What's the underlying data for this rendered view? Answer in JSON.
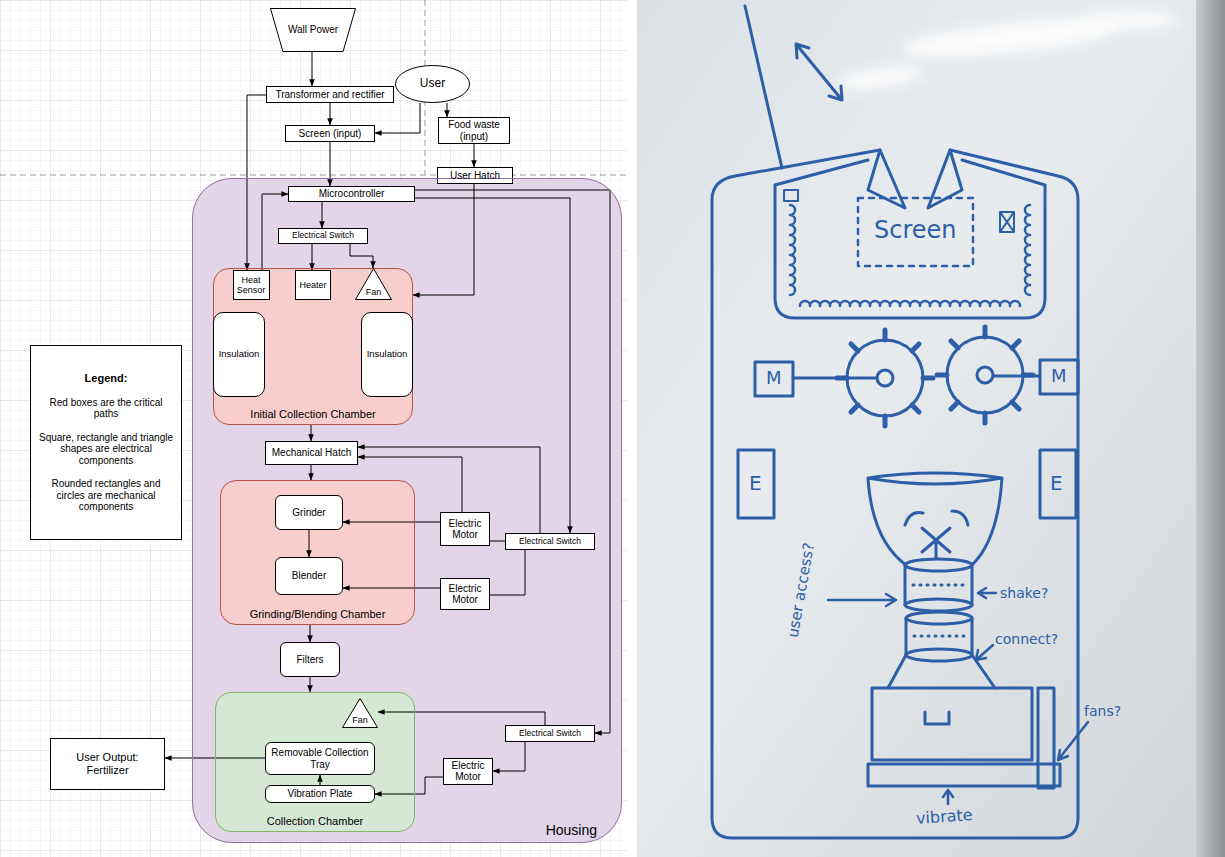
{
  "diagram": {
    "nodes": [
      {
        "text": [
          "Wall Power"
        ]
      },
      {
        "text": [
          "User"
        ]
      },
      {
        "text": [
          "Transformer and rectifier"
        ]
      },
      {
        "text": [
          "Screen (input)"
        ]
      },
      {
        "text": [
          "Food waste (input)"
        ]
      },
      {
        "text": [
          "User Hatch"
        ]
      },
      {
        "text": [
          "Housing"
        ]
      },
      {
        "text": [
          "Microcontroller"
        ],
        "in": 6
      },
      {
        "text": [
          "Electrical Switch"
        ],
        "in": 6
      },
      {
        "text": [
          "Initial Collection Chamber"
        ],
        "in": 6
      },
      {
        "text": [
          "Heat Sensor"
        ],
        "in": 9
      },
      {
        "text": [
          "Heater"
        ],
        "in": 9
      },
      {
        "text": [
          "Fan"
        ],
        "in": 9
      },
      {
        "text": [
          "Insulation"
        ],
        "in": 9
      },
      {
        "text": [
          "Insulation"
        ],
        "in": 9
      },
      {
        "text": [
          "Mechanical Hatch"
        ],
        "in": 6
      },
      {
        "text": [
          "Grinding/Blending Chamber"
        ],
        "in": 6
      },
      {
        "text": [
          "Grinder"
        ],
        "in": 16
      },
      {
        "text": [
          "Blender"
        ],
        "in": 16
      },
      {
        "text": [
          "Electric Motor"
        ],
        "in": 6
      },
      {
        "text": [
          "Electrical Switch"
        ],
        "in": 6
      },
      {
        "text": [
          "Electric Motor"
        ],
        "in": 6
      },
      {
        "text": [
          "Filters"
        ],
        "in": 6
      },
      {
        "text": [
          "Collection Chamber"
        ],
        "in": 6
      },
      {
        "text": [
          "Fan"
        ],
        "in": 23
      },
      {
        "text": [
          "Removable Collection Tray"
        ],
        "in": 23
      },
      {
        "text": [
          "Vibration Plate"
        ],
        "in": 23
      },
      {
        "text": [
          "Electrical Switch"
        ],
        "in": 6
      },
      {
        "text": [
          "Electric Motor"
        ],
        "in": 6
      },
      {
        "text": [
          "User Output: Fertilizer"
        ]
      },
      {
        "text": [
          "Legend:",
          "Red boxes are the critical paths",
          "Square, rectangle and triangle shapes are electrical components",
          "Rounded rectangles and circles are mechanical components"
        ]
      }
    ],
    "edges": [
      {
        "from": 0,
        "to": 2,
        "arrow": "to"
      },
      {
        "from": 2,
        "to": 3,
        "arrow": "to"
      },
      {
        "from": 1,
        "to": 3,
        "arrow": "to"
      },
      {
        "from": 1,
        "to": 4,
        "arrow": "to"
      },
      {
        "from": 2,
        "to": 10,
        "arrow": "to"
      },
      {
        "from": 3,
        "to": 7,
        "arrow": "to"
      },
      {
        "from": 4,
        "to": 5,
        "arrow": "to"
      },
      {
        "from": 5,
        "to": 9,
        "arrow": "to"
      },
      {
        "from": 10,
        "to": 7,
        "arrow": "to"
      },
      {
        "from": 7,
        "to": 8,
        "arrow": "to"
      },
      {
        "from": 8,
        "to": 11,
        "arrow": "to"
      },
      {
        "from": 8,
        "to": 12,
        "arrow": "to"
      },
      {
        "from": 7,
        "to": 20,
        "arrow": "to"
      },
      {
        "from": 7,
        "to": 27,
        "arrow": "to"
      },
      {
        "from": 9,
        "to": 15,
        "arrow": "to"
      },
      {
        "from": 15,
        "to": 16,
        "arrow": "to"
      },
      {
        "from": 20,
        "to": 15,
        "arrow": "to"
      },
      {
        "from": 19,
        "to": 15,
        "arrow": "to"
      },
      {
        "from": 20,
        "to": 19,
        "arrow": "none"
      },
      {
        "from": 20,
        "to": 21,
        "arrow": "none"
      },
      {
        "from": 19,
        "to": 17,
        "arrow": "to"
      },
      {
        "from": 21,
        "to": 18,
        "arrow": "to"
      },
      {
        "from": 17,
        "to": 18,
        "arrow": "to"
      },
      {
        "from": 16,
        "to": 22,
        "arrow": "to"
      },
      {
        "from": 22,
        "to": 23,
        "arrow": "to"
      },
      {
        "from": 27,
        "to": 24,
        "arrow": "to"
      },
      {
        "from": 27,
        "to": 28,
        "arrow": "to"
      },
      {
        "from": 28,
        "to": 26,
        "arrow": "to"
      },
      {
        "from": 26,
        "to": 25,
        "arrow": "to"
      },
      {
        "from": 25,
        "to": 29,
        "arrow": "to"
      }
    ],
    "labels": [
      "Screen",
      "M",
      "M",
      "E",
      "E",
      "user access?",
      "shake?",
      "connect?",
      "fans?",
      "vibrate"
    ]
  }
}
